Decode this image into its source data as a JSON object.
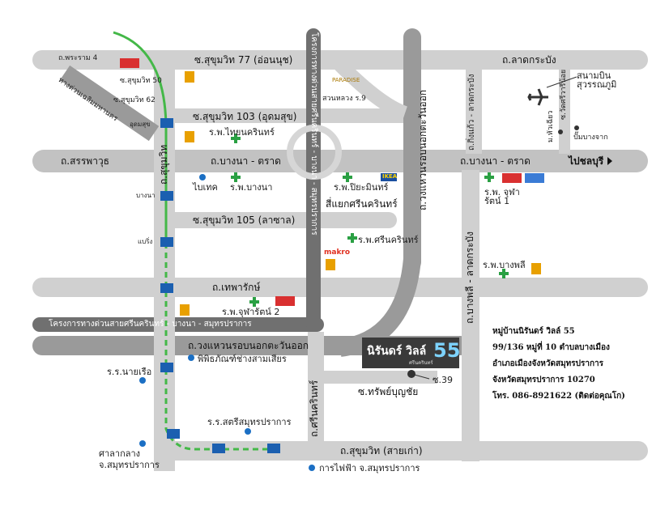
{
  "roads": {
    "rama4": "ถ.พระราม 4",
    "sukhumvit77": "ซ.สุขุมวิท 77 (อ่อนนุช)",
    "latkrabang_top": "ถ.ลาดกระบัง",
    "sukhumvit50": "ซ.สุขุมวิท 50",
    "sukhumvit62": "ซ.สุขุมวิท 62",
    "expressway_diag": "ทางด่วนเฉลิมมหานคร",
    "sukhumvit103": "ซ.สุขุมวิท 103 (อุดมสุข)",
    "sanphawut": "ถ.สรรพาวุธ",
    "bangna_trad": "ถ.บางนา - ตราด",
    "bangna_trad_right": "ถ.บางนา - ตราด",
    "sukhumvit105": "ซ.สุขุมวิท 105 (ลาซาล)",
    "thepharak": "ถ.เทพารักษ์",
    "expressway_project_v": "โครงการทางด่วนสายศรีนครินทร์ - บางนา - สมุทรปราการ",
    "expressway_project_h": "โครงการทางด่วนสายศรีนครินทร์ - บางนา - สมุทรปราการ",
    "ring_road_v": "ถ.วงแหวนรอบนอกตะวันออก",
    "ring_road_h": "ถ.วงแหวนรอบนอกตะวันออก",
    "sukhumvit_main": "ถ.สุขุมวิท",
    "kingkaew_latkrabang": "ถ.กิ่งแก้ว - ลาดกระบัง",
    "bangphli_latkrabang": "ถ.บางพลี - ลาดกระบัง",
    "srinakarin": "ถ.ศรีนครินทร์",
    "soi_sapsamboon": "ซ.ทรัพย์บุญชัย",
    "soi39": "ซ.39",
    "sukhumvit_old": "ถ.สุขุมวิท (สายเก่า)",
    "soi_wat_sri": "ซ.วัดศรีวารีน้อย",
    "to_chonburi": "ไปชลบุรี"
  },
  "places": {
    "suvarnabhumi": "สนามบิน สุวรรณภูมิ",
    "paradise": "PARADISE",
    "suan_luang": "สวนหลวง ร.9",
    "hua_takhe": "ม.หัวเฉียว",
    "ban_bangchak": "ปั๊มบางจาก",
    "udomsuk": "อุดมสุข",
    "hosp_thainakarin": "ร.พ.ไทยนครินทร์",
    "biotech": "ไบเทค",
    "hosp_bangna": "ร.พ.บางนา",
    "hosp_piyamin": "ร.พ.ปิยะมินทร์",
    "ikea": "IKEA",
    "srinakarin_junction": "สี่แยกศรีนครินทร์",
    "hosp_chularat1": "ร.พ. จุฬารัตน์ 1",
    "bangna_bts": "บางนา",
    "hosp_srinakarin": "ร.พ.ศรีนครินทร์",
    "makro": "makro",
    "bearing": "แบริ่ง",
    "hosp_bangphli": "ร.พ.บางพลี",
    "hosp_chularat2": "ร.พ.จุฬารัตน์ 2",
    "museum": "พิพิธภัณฑ์ช่างสามเสียร",
    "school_nairue": "ร.ร.นายเรือ",
    "school_satri": "ร.ร.สตรีสมุทรปราการ",
    "court": "ศาลากลาง จ.สมุทรปราการ",
    "electricity": "การไฟฟ้า จ.สมุทรปราการ"
  },
  "project": {
    "name": "นิรันดร์ วิลล์",
    "number": "55",
    "sub": "ศรีนครินทร์"
  },
  "info_lines": [
    "หมู่บ้านนิรันดร์ วิลล์ 55",
    "99/136 หมู่ที่ 10 ตำบลบางเมือง",
    "อำเภอเมืองจังหวัดสมุทรปราการ",
    "จังหวัดสมุทรปราการ 10270",
    "โทร. 086-8921622 (ติดต่อคุณโก)"
  ],
  "colors": {
    "road": "#cdcdcd",
    "major_road": "#aeaeae",
    "expressway": "#6e6e6e",
    "bts_line": "#44b848",
    "project_box": "#3a3a3a",
    "hospital": "#2aa043",
    "poi_dot": "#1b6fc4"
  },
  "icons": [
    "plane-icon",
    "hospital-icon",
    "bts-station-icon",
    "poi-dot-icon",
    "bigc-icon",
    "tesco-lotus-icon"
  ]
}
